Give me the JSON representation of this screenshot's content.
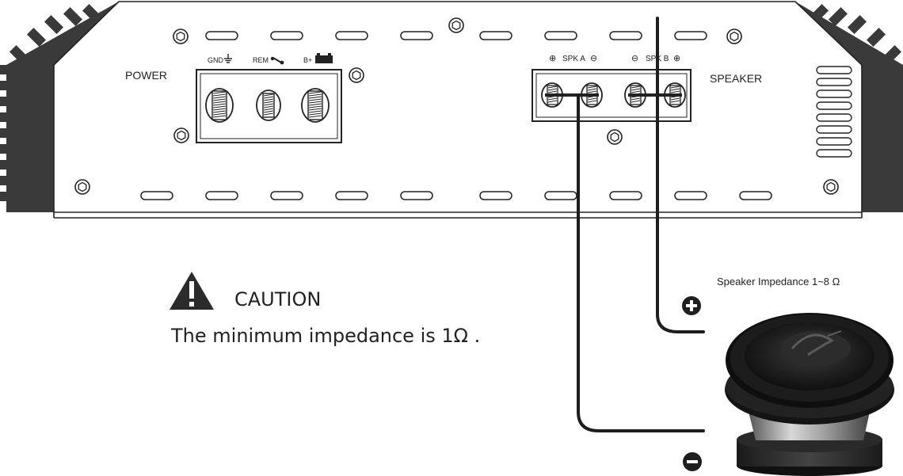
{
  "amplifier": {
    "power_label": "POWER",
    "gnd_label": "GND",
    "rem_label": "REM",
    "bplus_label": "B+",
    "speaker_label": "SPEAKER",
    "spk_a_label": "SPK A",
    "spk_b_label": "SPK B",
    "plus_symbol": "⊕",
    "minus_symbol": "⊖"
  },
  "caution": {
    "title": "CAUTION",
    "text": "The minimum impedance  is 1Ω ."
  },
  "speaker": {
    "impedance_label": "Speaker Impedance 1~8 Ω",
    "plus_label": "+",
    "minus_label": "−"
  },
  "colors": {
    "line": "#222222",
    "fin": "#3a3a3a",
    "warning": "#2b2b2b"
  }
}
